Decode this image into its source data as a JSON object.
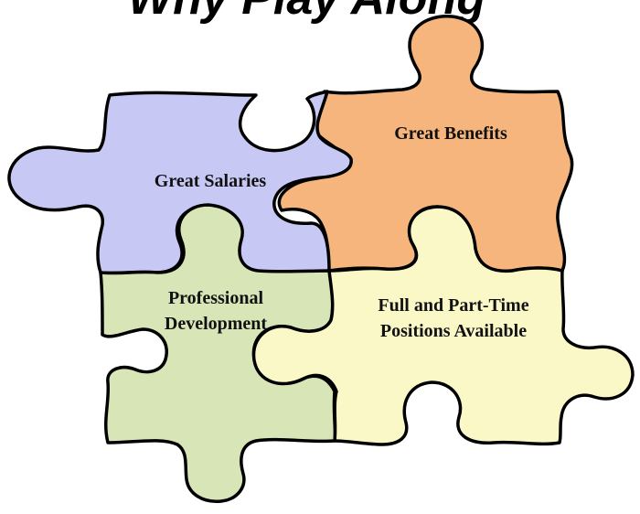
{
  "heading": "Why Play Along",
  "pieces": [
    {
      "id": "salaries",
      "lines": [
        "Great Salaries"
      ],
      "color": "#c8c8f4"
    },
    {
      "id": "benefits",
      "lines": [
        "Great Benefits"
      ],
      "color": "#f5b57c"
    },
    {
      "id": "development",
      "lines": [
        "Professional",
        "Development"
      ],
      "color": "#d7e5b7"
    },
    {
      "id": "positions",
      "lines": [
        "Full and Part-Time",
        "Positions Available"
      ],
      "color": "#fbf8c8"
    }
  ]
}
